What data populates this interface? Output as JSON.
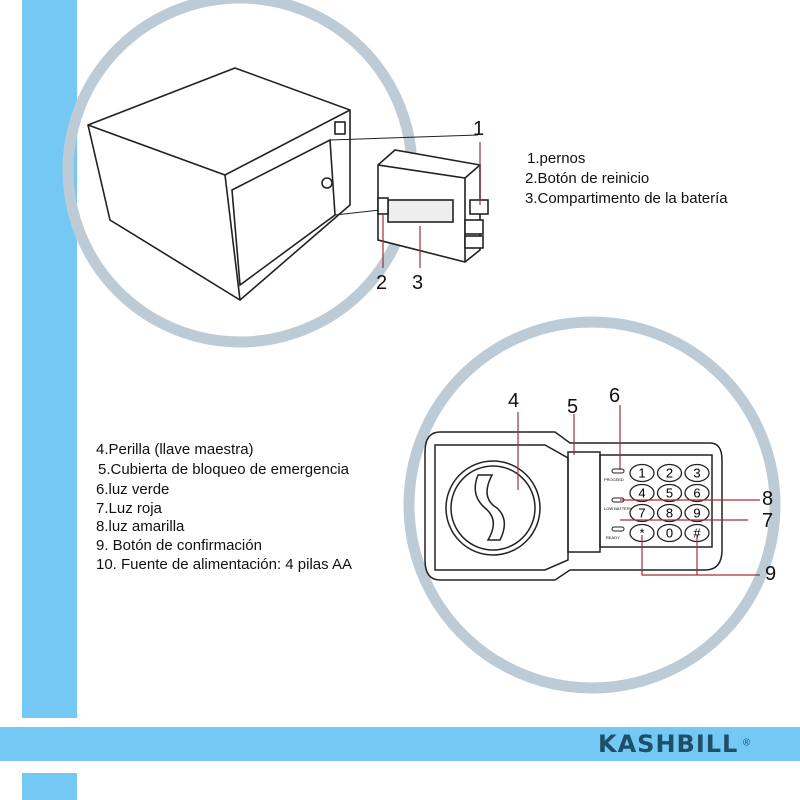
{
  "top_legend": [
    "1.pernos",
    "2.Botón de reinicio",
    "3.Compartimento de la batería"
  ],
  "top_callouts": [
    "1",
    "2",
    "3"
  ],
  "bottom_legend": [
    "4.Perilla (llave maestra)",
    "5.Cubierta de bloqueo de emergencia",
    "6.luz verde",
    "7.Luz roja",
    "8.luz amarilla",
    "9. Botón de confirmación",
    "10. Fuente de alimentación: 4 pilas AA"
  ],
  "bottom_callouts": [
    "4",
    "5",
    "6",
    "8",
    "7",
    "9"
  ],
  "keypad": {
    "keys": [
      "1",
      "2",
      "3",
      "4",
      "5",
      "6",
      "7",
      "8",
      "9",
      "*",
      "0",
      "#"
    ],
    "indicators": [
      "PROCEED",
      "LOW BATTERY",
      "READY"
    ]
  },
  "brand": {
    "name": "KASHBILL",
    "registered": "®"
  },
  "colors": {
    "accent_blue": "#73c9f3",
    "circle_gray": "#bccbd6",
    "brand_text": "#1f4e68",
    "callout_line": "#a0303a"
  }
}
